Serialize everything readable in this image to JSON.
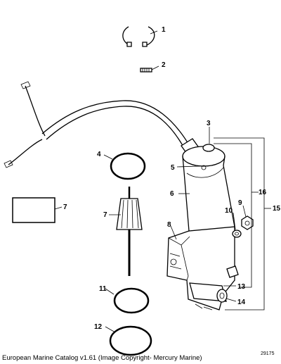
{
  "callouts": [
    "1",
    "2",
    "3",
    "4",
    "5",
    "6",
    "7",
    "7",
    "8",
    "9",
    "10",
    "11",
    "12",
    "13",
    "14",
    "15",
    "16"
  ],
  "caption": "European Marine Catalog v1.61 (Image Copyright- Mercury Marine)",
  "figure_number": "29175"
}
